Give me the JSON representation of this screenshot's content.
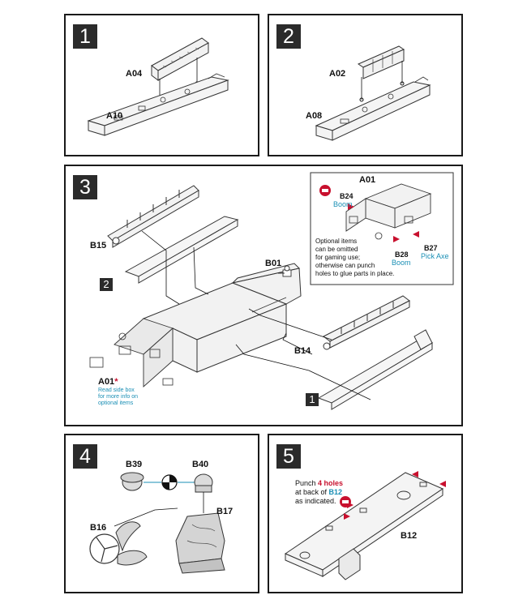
{
  "steps": {
    "s1": {
      "number": "1",
      "labels": {
        "top": "A04",
        "bottom": "A10"
      }
    },
    "s2": {
      "number": "2",
      "labels": {
        "top": "A02",
        "bottom": "A08"
      }
    },
    "s3": {
      "number": "3",
      "labels": {
        "b15": "B15",
        "b01": "B01",
        "b14": "B14",
        "a01": "A01"
      },
      "a01_star": "*",
      "a01_note": [
        "Read side box",
        "for more info on",
        "optional items"
      ],
      "ref_badges": {
        "upper": "2",
        "lower": "1"
      },
      "sidebox": {
        "title": "A01",
        "b24": "B24",
        "b24_name": "Boom",
        "b28": "B28",
        "b28_name": "Boom",
        "b27": "B27",
        "b27_name": "Pick Axe",
        "text": [
          "Optional items",
          "can be omitted",
          "for gaming use;",
          "otherwise can punch",
          "holes to glue parts in place."
        ]
      }
    },
    "s4": {
      "number": "4",
      "labels": {
        "b39": "B39",
        "b40": "B40",
        "b17": "B17",
        "b16": "B16"
      }
    },
    "s5": {
      "number": "5",
      "instruction": {
        "line1_pre": "Punch ",
        "line1_bold": "4 holes",
        "line2_pre": "at back of ",
        "line2_part": "B12",
        "line3": "as indicated."
      },
      "labels": {
        "b12": "B12"
      }
    }
  },
  "colors": {
    "accent_red": "#c8102e",
    "accent_blue": "#1a8fb5",
    "badge_bg": "#2b2b2b"
  },
  "icons": [
    "glue-icon",
    "no-glue-icon",
    "punch-arrow-icon"
  ]
}
